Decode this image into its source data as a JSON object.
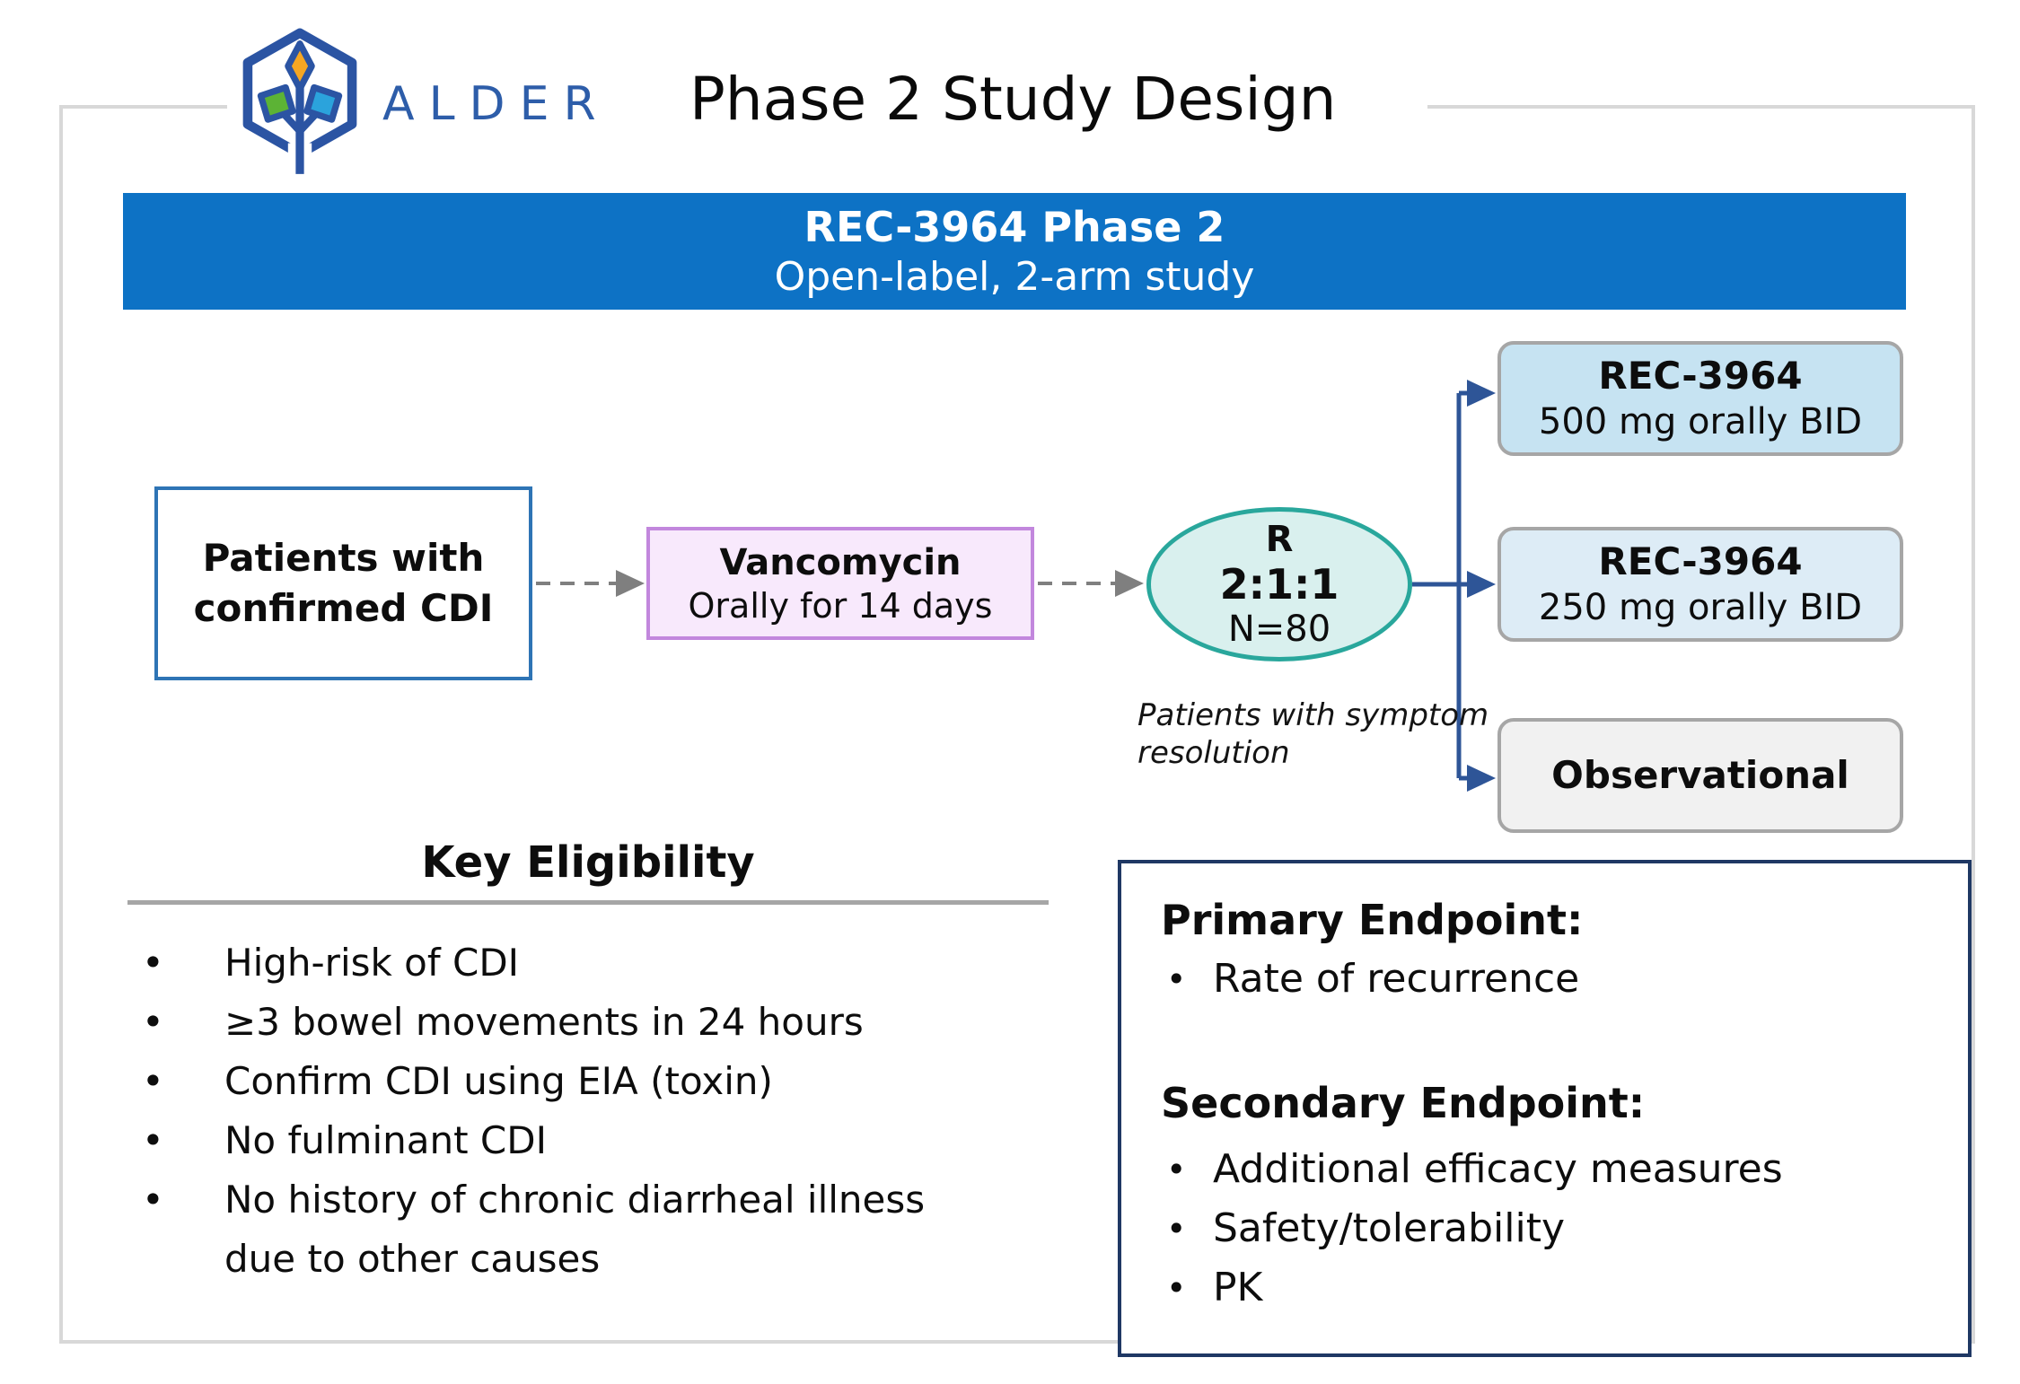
{
  "header": {
    "brand": "ALDER",
    "title": "Phase 2 Study Design"
  },
  "banner": {
    "line1": "REC-3964 Phase 2",
    "line2": "Open-label, 2-arm study"
  },
  "flow": {
    "patients_box": {
      "line1": "Patients with",
      "line2": "confirmed CDI"
    },
    "vancomycin_box": {
      "title": "Vancomycin",
      "subtitle": "Orally for 14 days"
    },
    "randomization": {
      "line1": "R",
      "line2": "2:1:1",
      "line3": "N=80"
    },
    "caption": "Patients with symptom resolution",
    "arms": [
      {
        "title": "REC-3964",
        "subtitle": "500 mg orally BID"
      },
      {
        "title": "REC-3964",
        "subtitle": "250 mg orally BID"
      },
      {
        "title": "Observational",
        "subtitle": ""
      }
    ]
  },
  "eligibility": {
    "title": "Key Eligibility",
    "items": [
      "High-risk of CDI",
      "≥3 bowel movements in 24 hours",
      "Confirm CDI using EIA (toxin)",
      "No fulminant CDI",
      "No history of chronic diarrheal illness due to other causes"
    ]
  },
  "endpoints": {
    "primary_label": "Primary Endpoint:",
    "primary_items": [
      "Rate of recurrence"
    ],
    "secondary_label": "Secondary Endpoint:",
    "secondary_items": [
      "Additional efficacy measures",
      "Safety/tolerability",
      "PK"
    ]
  },
  "colors": {
    "banner_bg": "#0d72c5",
    "frame_gray": "#d8d8d8",
    "arrow_blue": "#2e5597",
    "connector_gray": "#7f7f7f",
    "patients_border": "#2e74b5",
    "vancomycin_border": "#c287dd",
    "vancomycin_fill": "#f8e9fc",
    "randomization_border": "#29a79c",
    "randomization_fill": "#d9f0ee",
    "arm_500_fill": "#c6e3f2",
    "arm_250_fill": "#ddecf6",
    "arm_obs_fill": "#f1f1f1",
    "arm_border": "#a6a6a6",
    "endpoint_border": "#1f3864",
    "brand_blue": "#2d5da9",
    "logo_orange": "#f5a623",
    "logo_green": "#5cb335",
    "logo_lightblue": "#2ba3dc"
  }
}
